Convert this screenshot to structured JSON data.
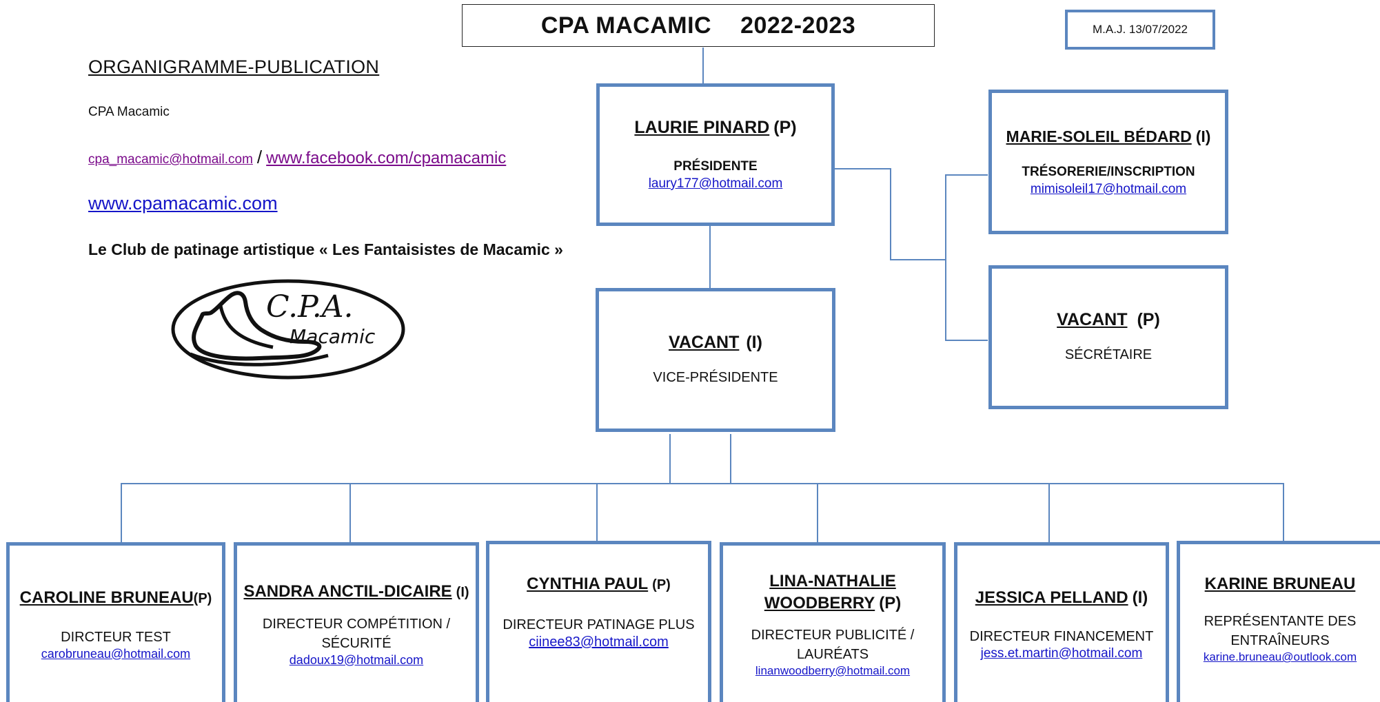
{
  "header": {
    "title": "CPA MACAMIC",
    "year": "2022-2023",
    "updated": "M.A.J. 13/07/2022"
  },
  "info": {
    "org_title": "ORGANIGRAMME-PUBLICATION",
    "club": "CPA Macamic",
    "email": "cpa_macamic@hotmail.com",
    "separator": "/",
    "facebook": "www.facebook.com/cpamacamic",
    "website": "www.cpamacamic.com",
    "club_full": "Le Club de patinage artistique « Les Fantaisistes de Macamic »"
  },
  "logo": {
    "line1": "C.P.A.",
    "line2": "Macamic"
  },
  "president": {
    "name": "LAURIE PINARD",
    "tag": "(P)",
    "role": "PRÉSIDENTE",
    "email": "laury177@hotmail.com"
  },
  "vice": {
    "name": "VACANT",
    "tag": "(I)",
    "role": "VICE-PRÉSIDENTE"
  },
  "treasurer": {
    "name": "MARIE-SOLEIL BÉDARD",
    "tag": "(I)",
    "role": "TRÉSORERIE/INSCRIPTION",
    "email": "mimisoleil17@hotmail.com"
  },
  "secretary": {
    "name": "VACANT",
    "tag": "(P)",
    "role": "SÉCRÉTAIRE"
  },
  "directors": [
    {
      "name": "CAROLINE BRUNEAU",
      "tag": "(P)",
      "role": "DIRCTEUR TEST",
      "email": "carobruneau@hotmail.com"
    },
    {
      "name": "SANDRA ANCTIL-DICAIRE",
      "tag": "(I)",
      "role": "DIRECTEUR COMPÉTITION / SÉCURITÉ",
      "email": "dadoux19@hotmail.com"
    },
    {
      "name": "CYNTHIA PAUL",
      "tag": "(P)",
      "role": "DIRECTEUR PATINAGE PLUS",
      "email": "ciinee83@hotmail.com"
    },
    {
      "name": "LINA-NATHALIE WOODBERRY",
      "tag": "(P)",
      "role": "DIRECTEUR PUBLICITÉ / LAURÉATS",
      "email": "linanwoodberry@hotmail.com"
    },
    {
      "name": "JESSICA PELLAND",
      "tag": "(I)",
      "role": "DIRECTEUR FINANCEMENT",
      "email": "jess.et.martin@hotmail.com"
    },
    {
      "name": "KARINE BRUNEAU",
      "tag": "",
      "role": "REPRÉSENTANTE DES ENTRAÎNEURS",
      "email": "karine.bruneau@outlook.com"
    }
  ],
  "colors": {
    "box_border": "#5b86bf",
    "line": "#5b86bf",
    "link": "#1515c8",
    "visited_link": "#7a0a8a"
  }
}
